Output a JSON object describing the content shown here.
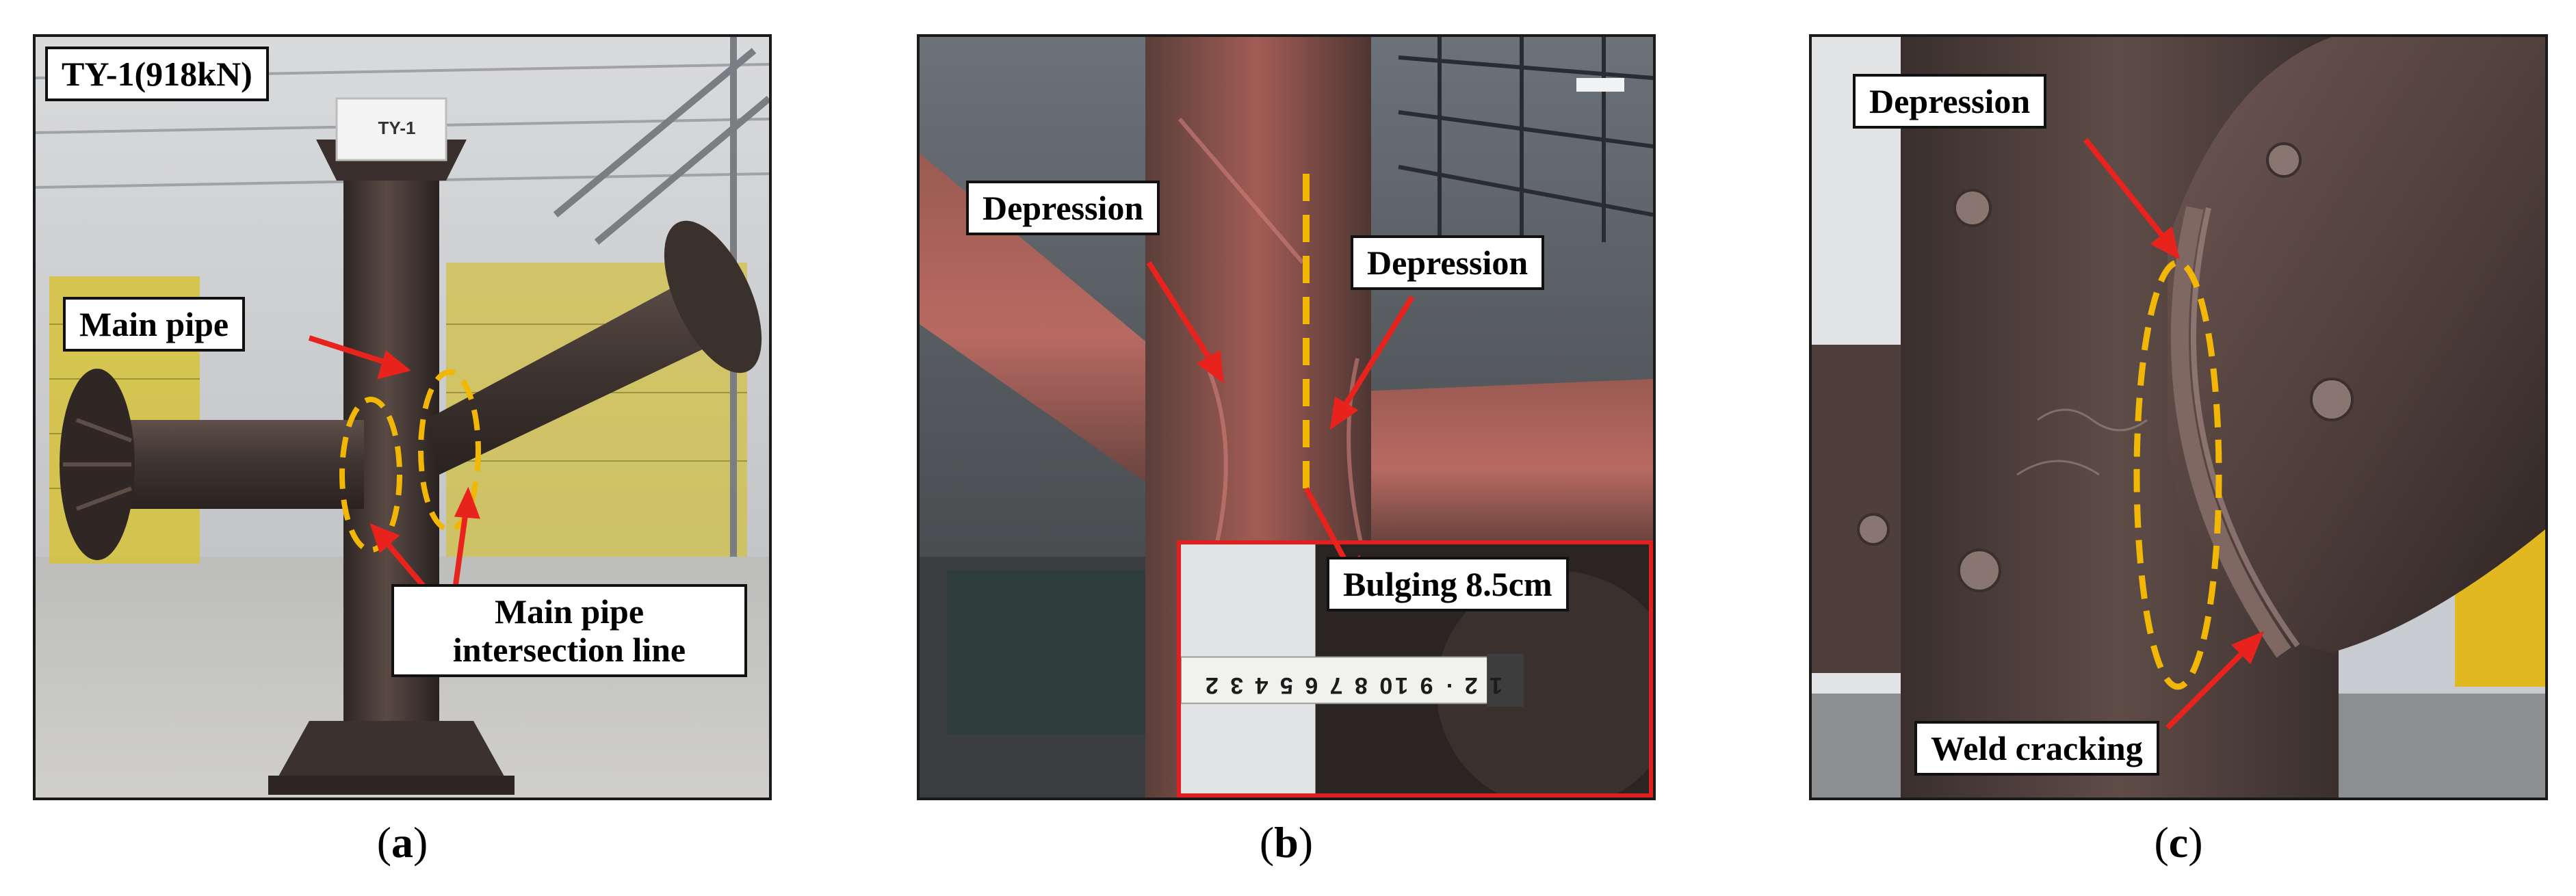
{
  "panels": {
    "a": {
      "caption_letter": "a",
      "tag_text": "TY-1",
      "labels": {
        "specimen": "TY-1(918kN)",
        "main_pipe": "Main pipe",
        "intersection_line_1": "Main pipe",
        "intersection_line_2": "intersection line"
      }
    },
    "b": {
      "caption_letter": "b",
      "labels": {
        "depression_left": "Depression",
        "depression_right": "Depression",
        "bulging": "Bulging 8.5cm"
      },
      "tape_digits": "1 2 · 9 10 8 7 6 5 4 3 2"
    },
    "c": {
      "caption_letter": "c",
      "labels": {
        "depression": "Depression",
        "weld_cracking": "Weld cracking"
      }
    }
  },
  "colors": {
    "arrow": "#e8231e",
    "dashed_ellipse": "#f2b705",
    "inset_border": "#e02020",
    "steel": "#4a3a36"
  }
}
